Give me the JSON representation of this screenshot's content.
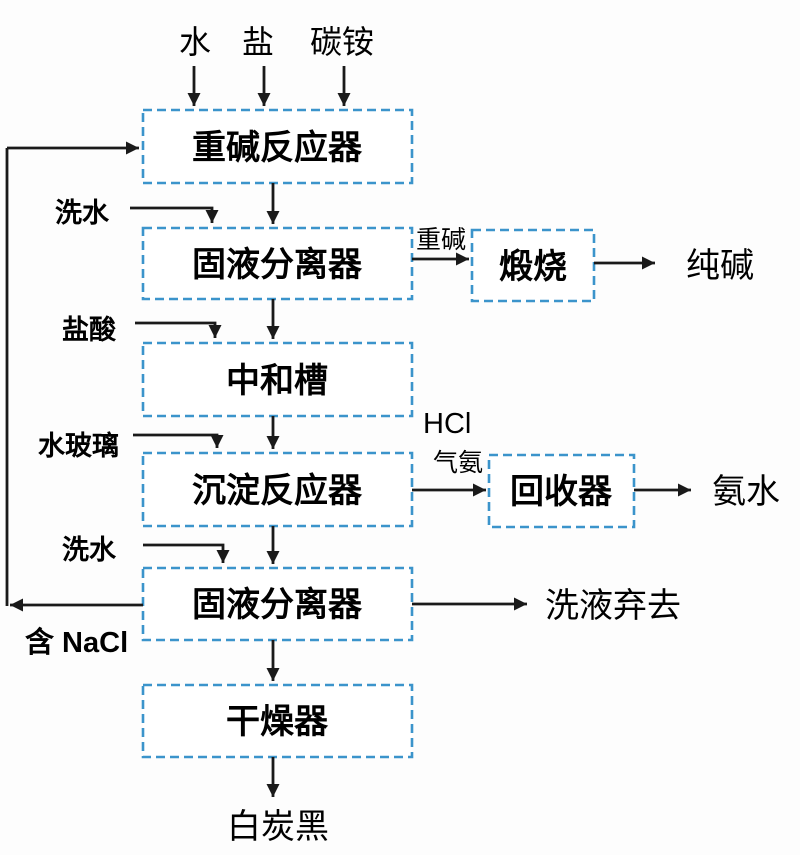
{
  "colors": {
    "background": "#fdfdfd",
    "box_border_blue": "#3b94cb",
    "line_black": "#1a1a1a",
    "text_black": "#000000"
  },
  "top_inputs": {
    "water": "水",
    "salt": "盐",
    "ammonium_bicarbonate": "碳铵"
  },
  "side_inputs": {
    "wash_water_1": "洗水",
    "hydrochloric_acid": "盐酸",
    "water_glass": "水玻璃",
    "wash_water_2": "洗水"
  },
  "boxes": {
    "heavy_alkali_reactor": "重碱反应器",
    "solid_liquid_separator_1": "固液分离器",
    "calcination": "煅烧",
    "neutralization_tank": "中和槽",
    "precipitation_reactor": "沉淀反应器",
    "recovery_unit": "回收器",
    "solid_liquid_separator_2": "固液分离器",
    "dryer": "干燥器"
  },
  "stream_labels": {
    "heavy_alkali": "重碱",
    "hcl": "HCl",
    "ammonia_gas": "气氨",
    "contains_nacl": "含 NaCl"
  },
  "outputs": {
    "soda_ash": "纯碱",
    "ammonia_water": "氨水",
    "wash_liquid_discard": "洗液弃去",
    "white_carbon_black": "白炭黑"
  }
}
